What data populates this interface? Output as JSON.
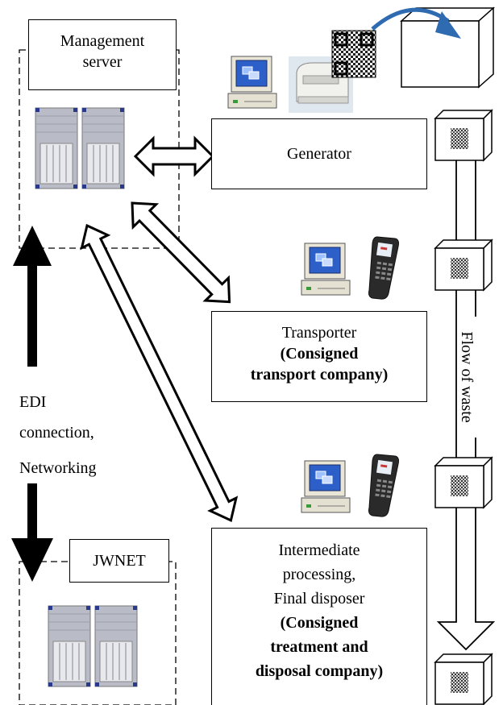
{
  "management_server": {
    "title_line1": "Management",
    "title_line2": "server"
  },
  "generator": {
    "label": "Generator"
  },
  "transporter": {
    "line1": "Transporter",
    "line2": "(Consigned",
    "line3": "transport company)"
  },
  "processor": {
    "line1": "Intermediate",
    "line2": "processing,",
    "line3": "Final disposer",
    "line4": "(Consigned",
    "line5": "treatment and",
    "line6": "disposal company)"
  },
  "edi": {
    "line1": "EDI",
    "line2": "connection,",
    "line3": "Networking"
  },
  "jwnet": {
    "label": "JWNET"
  },
  "flow": {
    "label": "Flow of waste"
  },
  "colors": {
    "stroke": "#000000",
    "server_fill": "#b9bcc7",
    "server_corner": "#2a3a8a",
    "monitor_screen": "#2d5fc9",
    "qr": "#222222",
    "blue_arrow": "#2e6bb0"
  }
}
